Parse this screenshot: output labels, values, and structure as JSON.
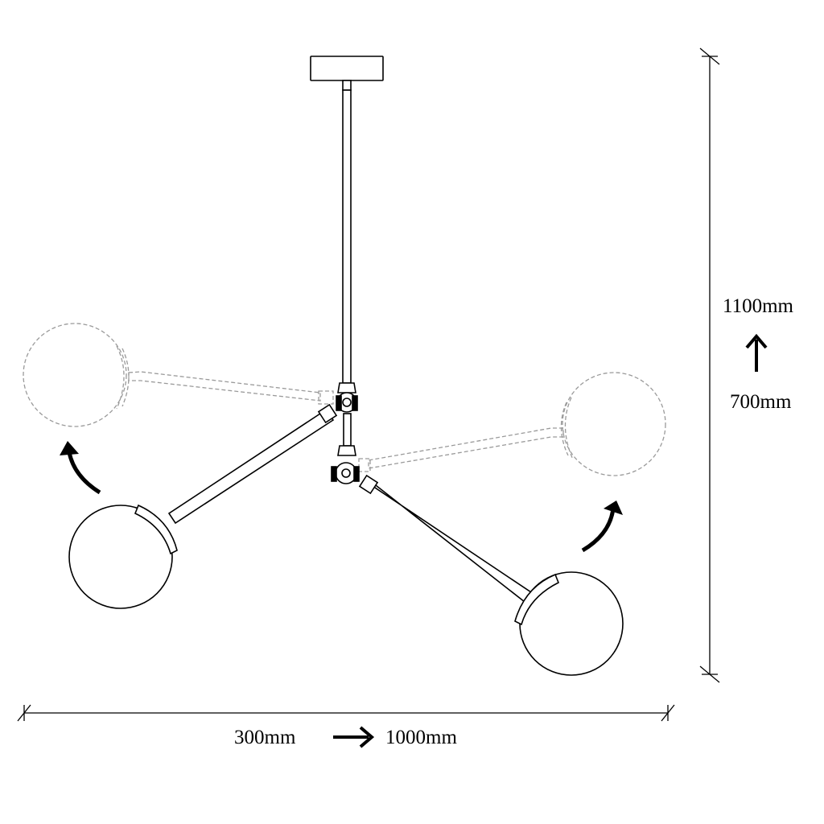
{
  "dimensions": {
    "height_max": "1100mm",
    "height_min": "700mm",
    "width_min": "300mm",
    "width_max": "1000mm"
  },
  "colors": {
    "line": "#000000",
    "dashed": "#999999",
    "background": "#ffffff"
  }
}
